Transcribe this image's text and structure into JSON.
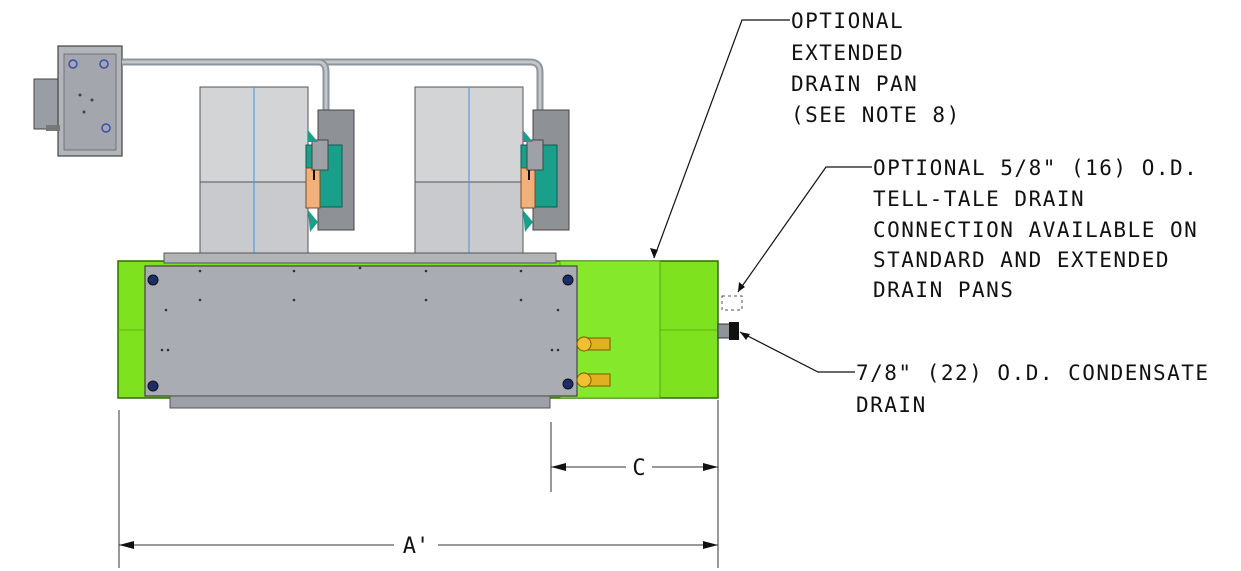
{
  "callouts": {
    "extended_drain_pan": [
      "OPTIONAL",
      "EXTENDED",
      "DRAIN PAN",
      "(SEE NOTE 8)"
    ],
    "tell_tale_drain": [
      "OPTIONAL 5/8\" (16) O.D.",
      "TELL-TALE DRAIN",
      "CONNECTION AVAILABLE ON",
      "STANDARD AND EXTENDED",
      "DRAIN PANS"
    ],
    "condensate_drain": [
      "7/8\" (22) O.D. CONDENSATE",
      "DRAIN"
    ]
  },
  "dimensions": {
    "c_label": "C",
    "a_label": "A'"
  },
  "colors": {
    "drain_pan": "#7ee21e",
    "drain_pan_edge": "#2f6a05",
    "unit_housing": "#a9adb3",
    "blower": "#c8cacd",
    "motor_teal": "#1aa08a",
    "motor_orange": "#f2b07a",
    "valve_gold": "#e0b020",
    "line": "#111111"
  },
  "icons": [
    "control-box-icon",
    "blower-icon",
    "motor-icon",
    "valve-icon",
    "drain-connection-icon"
  ]
}
